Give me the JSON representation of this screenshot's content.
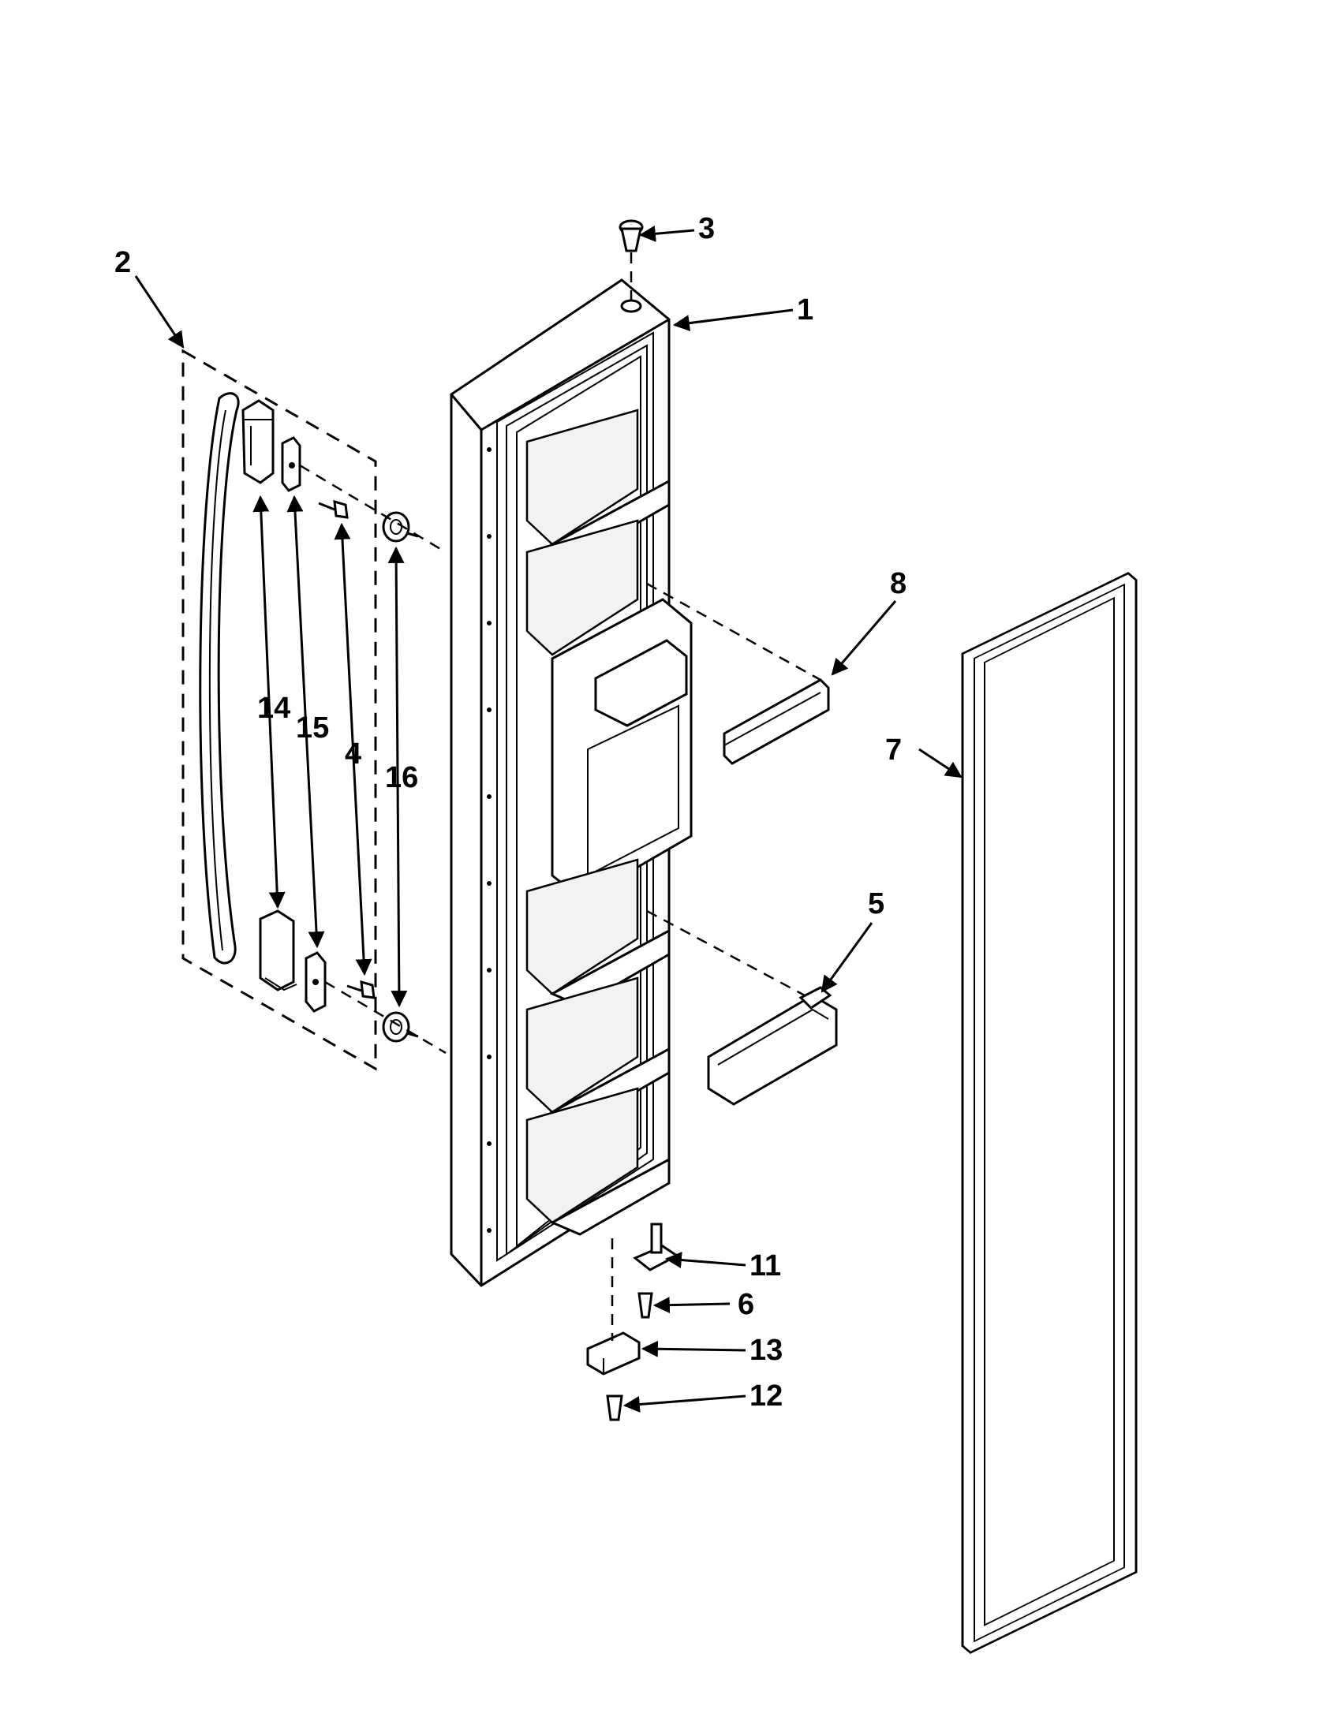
{
  "callouts": [
    {
      "id": "c1",
      "label": "1"
    },
    {
      "id": "c2",
      "label": "2"
    },
    {
      "id": "c3",
      "label": "3"
    },
    {
      "id": "c4",
      "label": "4"
    },
    {
      "id": "c5",
      "label": "5"
    },
    {
      "id": "c6",
      "label": "6"
    },
    {
      "id": "c7",
      "label": "7"
    },
    {
      "id": "c8",
      "label": "8"
    },
    {
      "id": "c11",
      "label": "11"
    },
    {
      "id": "c12",
      "label": "12"
    },
    {
      "id": "c13",
      "label": "13"
    },
    {
      "id": "c14",
      "label": "14"
    },
    {
      "id": "c15",
      "label": "15"
    },
    {
      "id": "c16",
      "label": "16"
    }
  ]
}
